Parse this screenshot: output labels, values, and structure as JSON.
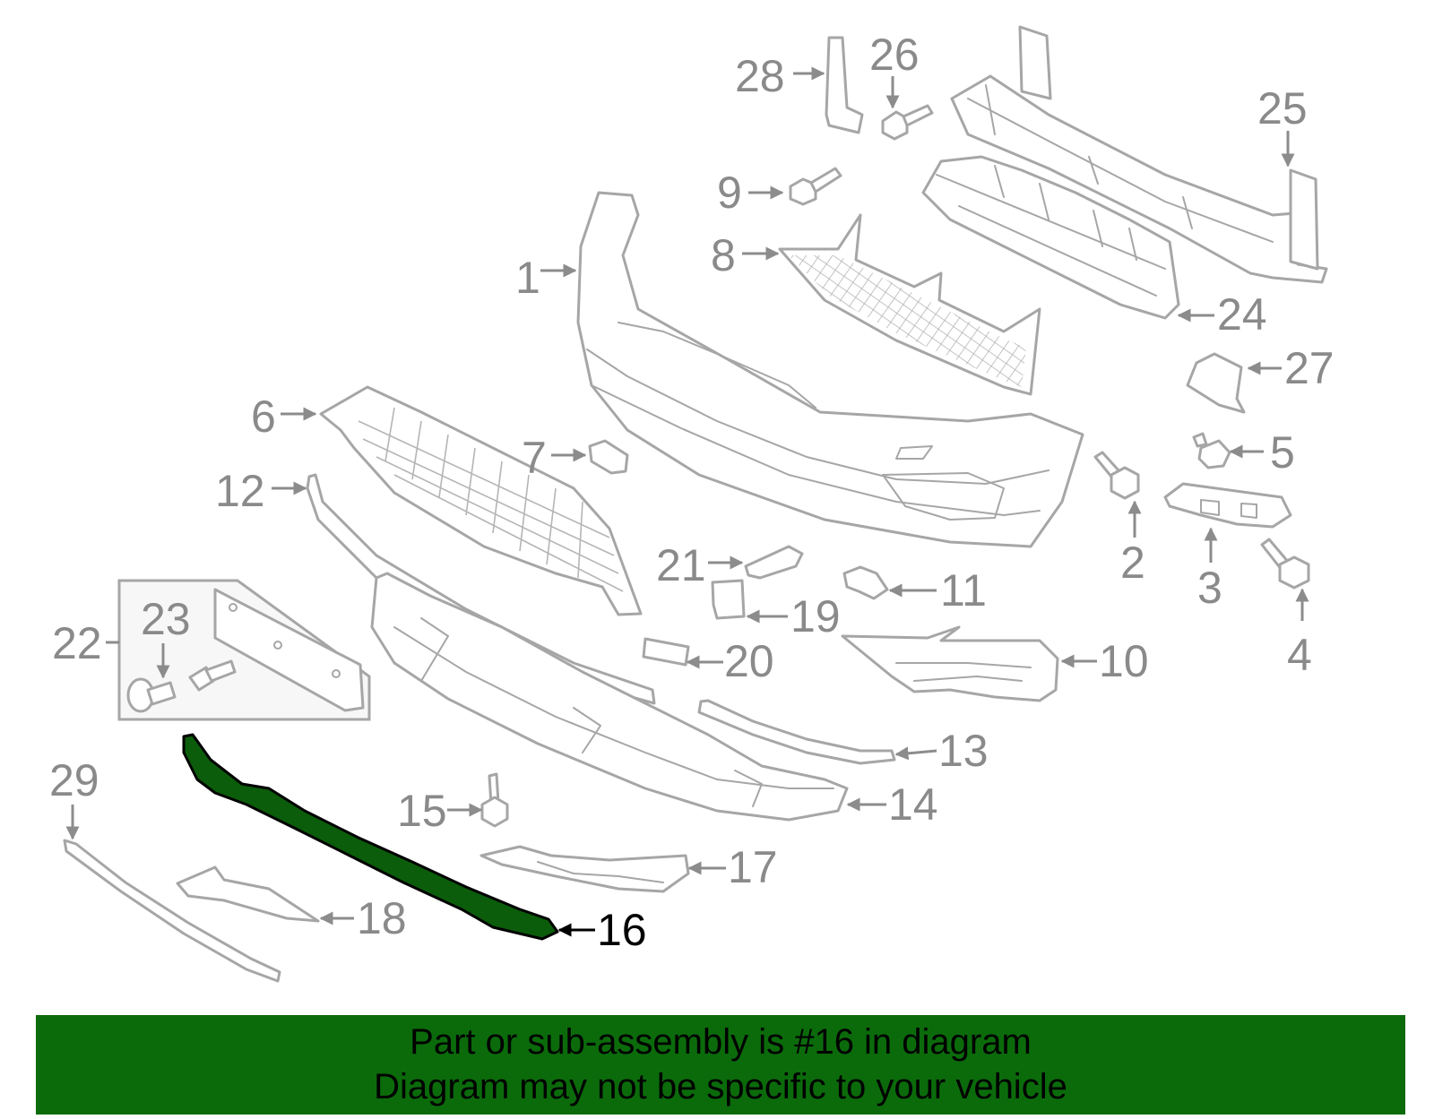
{
  "diagram": {
    "highlight_color": "#0b5d0b",
    "highlighted_part": "16",
    "callouts": {
      "c1": "1",
      "c2": "2",
      "c3": "3",
      "c4": "4",
      "c5": "5",
      "c6": "6",
      "c7": "7",
      "c8": "8",
      "c9": "9",
      "c10": "10",
      "c11": "11",
      "c12": "12",
      "c13": "13",
      "c14": "14",
      "c15": "15",
      "c16": "16",
      "c17": "17",
      "c18": "18",
      "c19": "19",
      "c20": "20",
      "c21": "21",
      "c22": "22",
      "c23": "23",
      "c24": "24",
      "c25": "25",
      "c26": "26",
      "c27": "27",
      "c28": "28",
      "c29": "29"
    }
  },
  "banner": {
    "color": "#0b6b0b",
    "line1": "Part or sub-assembly is #16 in diagram",
    "line2": "Diagram may not be specific to your vehicle"
  }
}
